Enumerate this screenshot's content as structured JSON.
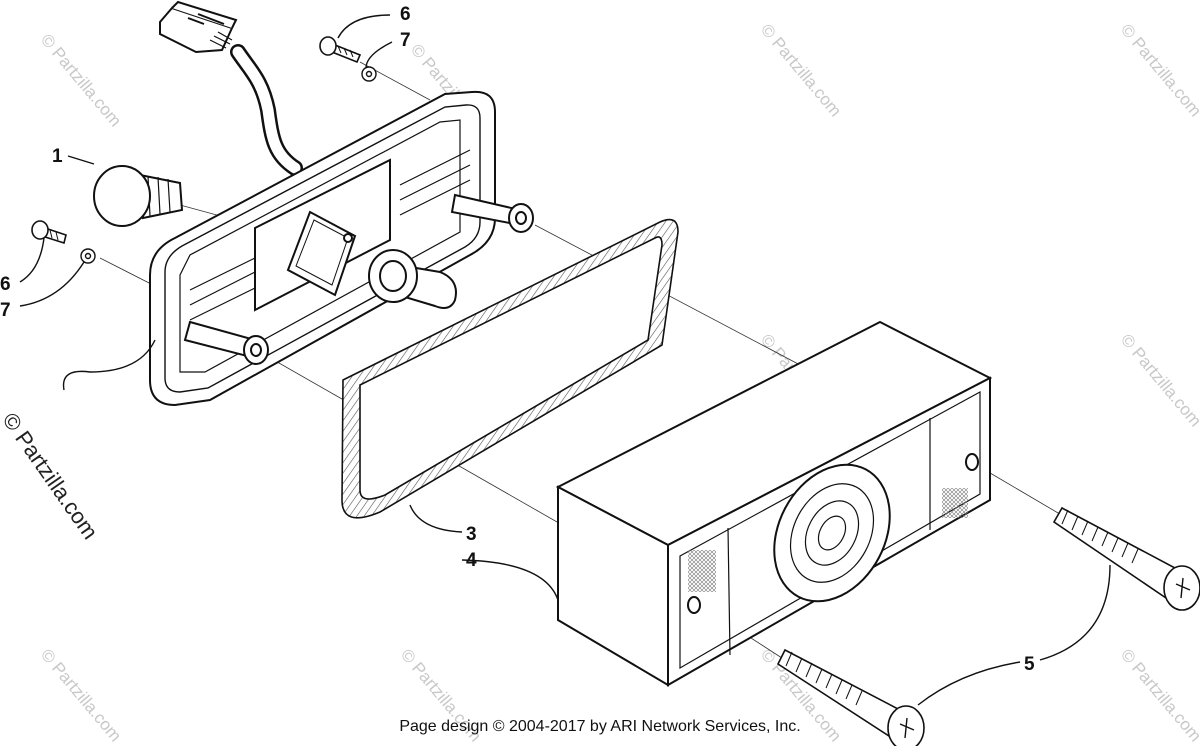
{
  "callouts": {
    "c1": "1",
    "c3": "3",
    "c4": "4",
    "c5": "5",
    "c6a": "6",
    "c7a": "7",
    "c6b": "6",
    "c7b": "7"
  },
  "watermark": "© Partzilla.com",
  "footer": "Page design © 2004-2017 by ARI Network Services, Inc."
}
